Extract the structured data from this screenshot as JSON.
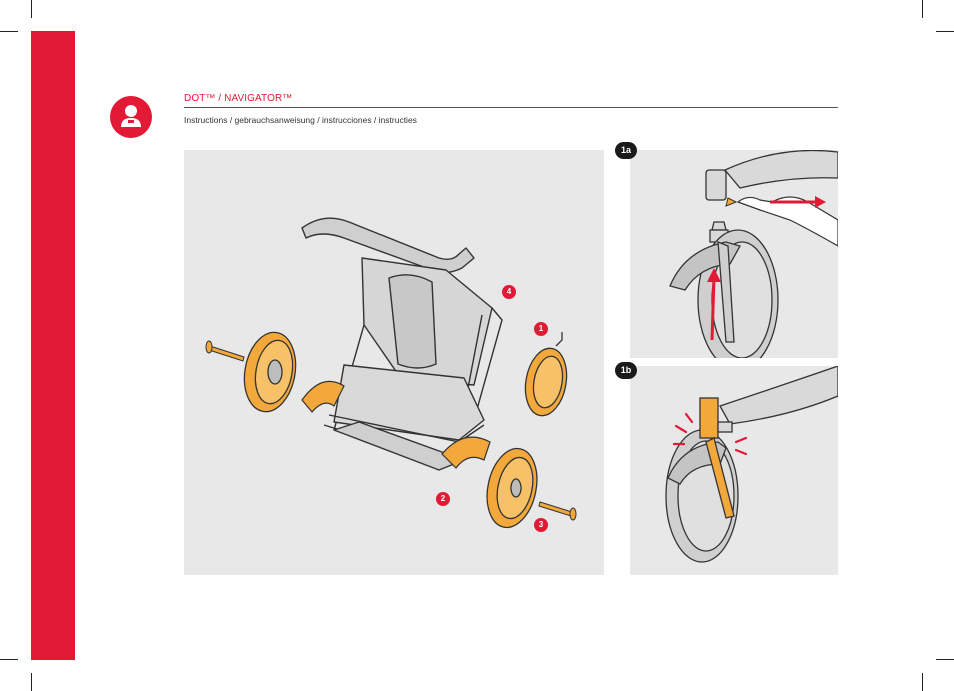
{
  "header": {
    "title": "DOT™ / NAVIGATOR™",
    "subtitle": "Instructions / gebrauchsanweisung / instrucciones / instructies"
  },
  "steps": {
    "s1a": "1a",
    "s1b": "1b"
  },
  "callouts": {
    "c1": "1",
    "c2": "2",
    "c3": "3",
    "c4": "4"
  },
  "colors": {
    "brand_red": "#e21a36",
    "part_orange": "#f3a83b",
    "panel_gray": "#e8e8e8"
  },
  "icons": [
    "user-icon",
    "stroller-illustration",
    "front-wheel-removal-illustration",
    "front-wheel-attach-illustration"
  ]
}
